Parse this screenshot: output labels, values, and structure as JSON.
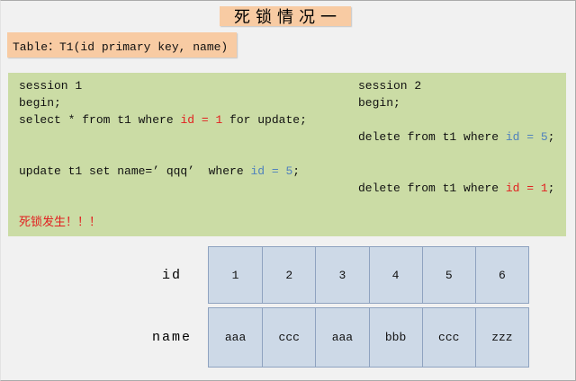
{
  "title": "死锁情况一",
  "table_label": "Table：T1(id primary key, name)",
  "sessions": {
    "session1": {
      "lines": [
        [
          {
            "t": "session 1"
          }
        ],
        [
          {
            "t": "begin;"
          }
        ],
        [
          {
            "t": "select * from t1 where "
          },
          {
            "t": "id = 1",
            "c": "red"
          },
          {
            "t": " for update;"
          }
        ],
        [],
        [],
        [
          {
            "t": "update t1 set name=’ qqq’  where "
          },
          {
            "t": "id = 5",
            "c": "blue"
          },
          {
            "t": ";"
          }
        ],
        [],
        [],
        [
          {
            "t": "死锁发生！！！",
            "c": "red"
          }
        ]
      ]
    },
    "session2": {
      "lines": [
        [
          {
            "t": "session 2"
          }
        ],
        [
          {
            "t": "begin;"
          }
        ],
        [],
        [
          {
            "t": "delete from t1 where "
          },
          {
            "t": "id = 5",
            "c": "blue"
          },
          {
            "t": ";"
          }
        ],
        [],
        [],
        [
          {
            "t": "delete from t1 where "
          },
          {
            "t": "id = 1",
            "c": "red"
          },
          {
            "t": ";"
          }
        ]
      ]
    }
  },
  "data_table": {
    "row_labels": [
      "id",
      "name"
    ],
    "ids": [
      "1",
      "2",
      "3",
      "4",
      "5",
      "6"
    ],
    "names": [
      "aaa",
      "ccc",
      "aaa",
      "bbb",
      "ccc",
      "zzz"
    ]
  },
  "colors": {
    "highlight_peach": "#f8cba3",
    "panel_green": "#cbdca5",
    "cell_blue": "#cdd9e7",
    "cell_border": "#8fa3c0",
    "keyword_red": "#e21f1f",
    "keyword_blue": "#4f81bd",
    "background": "#f1f1f1"
  }
}
